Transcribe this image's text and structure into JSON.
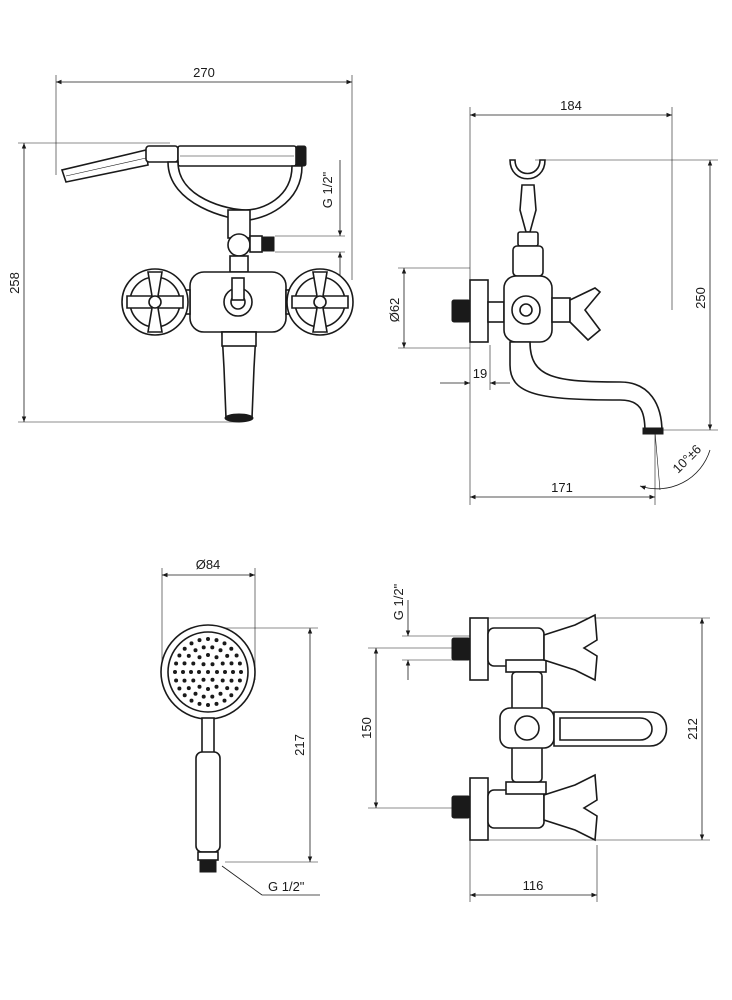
{
  "front_view": {
    "width_label": "270",
    "height_label": "258",
    "thread_label": "G 1/2\""
  },
  "side_view": {
    "overall_width_label": "184",
    "height_label": "250",
    "diameter_label": "Ø62",
    "offset_label": "19",
    "spout_reach_label": "171",
    "angle_label": "10°±6"
  },
  "hand_shower": {
    "diameter_label": "Ø84",
    "length_label": "217",
    "thread_label": "G 1/2\""
  },
  "top_view": {
    "thread_label": "G 1/2\"",
    "spacing_label": "150",
    "height_label": "212",
    "depth_label": "116"
  }
}
